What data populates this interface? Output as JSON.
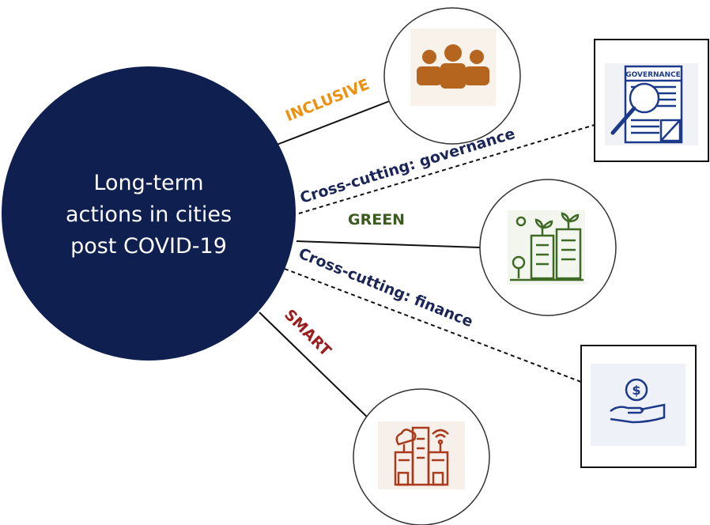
{
  "center": {
    "lines": [
      "Long-term",
      "actions in cities",
      "post COVID-19"
    ]
  },
  "branches": {
    "inclusive": {
      "label": "INCLUSIVE",
      "color": "#ef8f0e"
    },
    "governance": {
      "label": "Cross-cutting: governance",
      "icon_text": "GOVERNANCE",
      "color": "#1b2556"
    },
    "green": {
      "label": "GREEN",
      "color": "#3b5b1f"
    },
    "finance": {
      "label": "Cross-cutting: finance",
      "color": "#1b2556"
    },
    "smart": {
      "label": "SMART",
      "color": "#9a1e1e"
    }
  },
  "colors": {
    "center_fill": "#0f1f4f",
    "icon_orange": "#b5651d",
    "icon_green": "#3e6a26",
    "icon_red": "#a93a1c",
    "icon_blue": "#1d3a8a"
  }
}
